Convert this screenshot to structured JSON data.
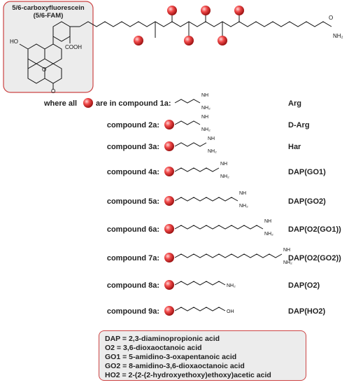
{
  "fam_box": {
    "line1": "5/6-carboxyfluorescein",
    "line2": "(5/6-FAM)"
  },
  "atoms": {
    "HO": "HO",
    "O": "O",
    "COOH": "COOH",
    "N": "N",
    "H": "H",
    "NH": "NH",
    "NH2": "NH₂",
    "OH": "OH"
  },
  "header": {
    "prefix": "where all",
    "suffix": "are in compound 1a:"
  },
  "compounds": [
    {
      "label": "compound 1a:",
      "abbr": "Arg"
    },
    {
      "label": "compound 2a:",
      "abbr": "D-Arg"
    },
    {
      "label": "compound 3a:",
      "abbr": "Har"
    },
    {
      "label": "compound 4a:",
      "abbr": "DAP(GO1)"
    },
    {
      "label": "compound 5a:",
      "abbr": "DAP(GO2)"
    },
    {
      "label": "compound 6a:",
      "abbr": "DAP(O2(GO1))"
    },
    {
      "label": "compound 7a:",
      "abbr": "DAP(O2(GO2))"
    },
    {
      "label": "compound 8a:",
      "abbr": "DAP(O2)"
    },
    {
      "label": "compound 9a:",
      "abbr": "DAP(HO2)"
    }
  ],
  "legend": [
    "DAP = 2,3-diaminopropionic acid",
    "O2 = 3,6-dioxaoctanoic acid",
    "GO1 = 5-amidino-3-oxapentanoic acid",
    "GO2 = 8-amidino-3,6-dioxaoctanoic acid",
    "HO2 = 2-(2-(2-hydroxyethoxy)ethoxy)acetic acid"
  ],
  "colors": {
    "sphere": "#e03030",
    "box_border": "#cc4444",
    "box_bg": "#ececec"
  }
}
